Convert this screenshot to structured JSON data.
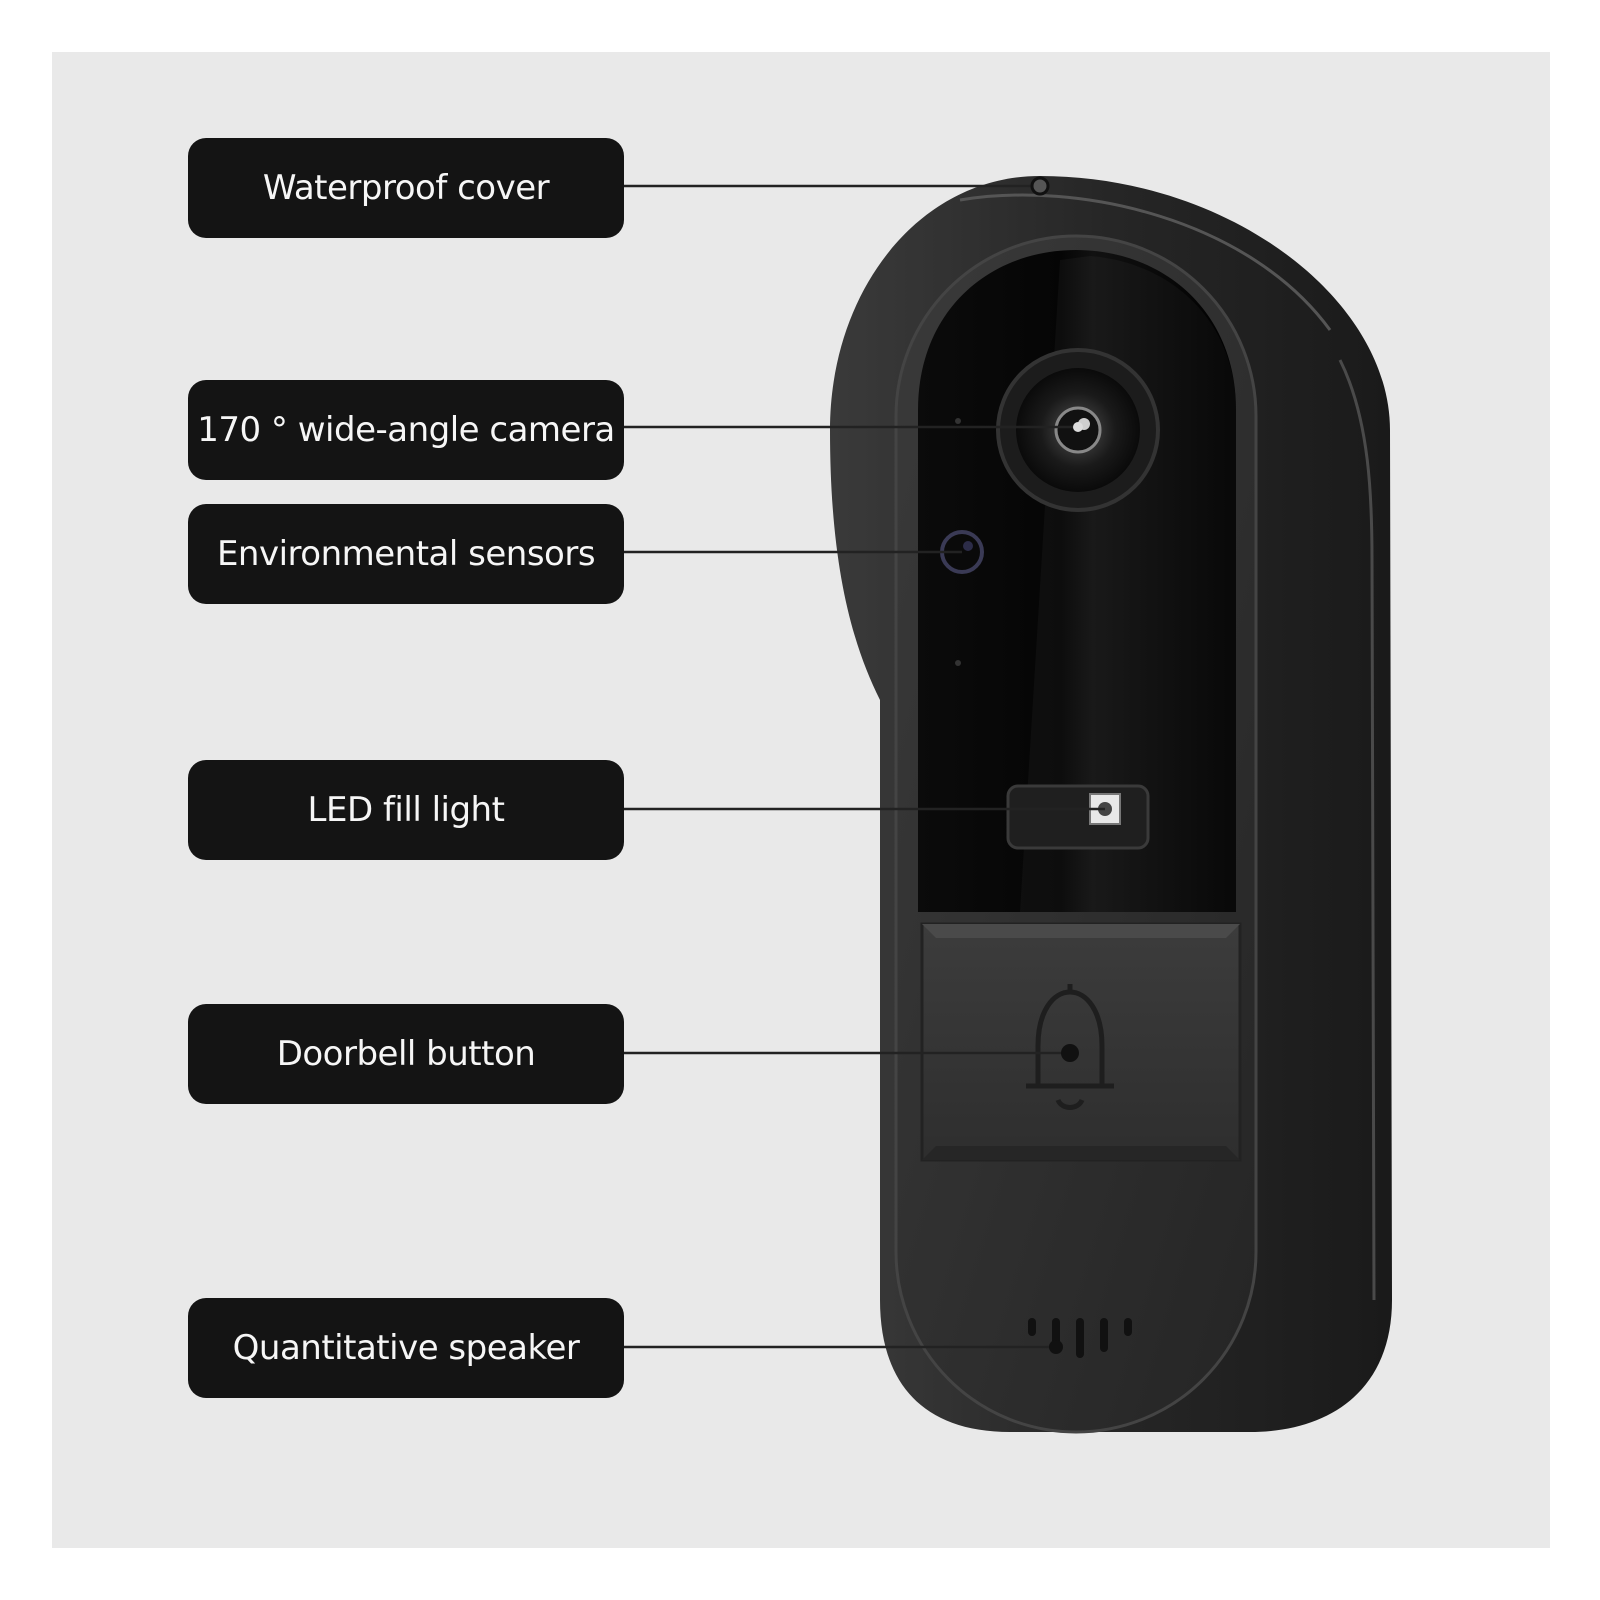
{
  "labels": [
    {
      "text": "Waterproof cover"
    },
    {
      "text": "170 ° wide-angle camera"
    },
    {
      "text": "Environmental sensors"
    },
    {
      "text": "LED fill light"
    },
    {
      "text": "Doorbell button"
    },
    {
      "text": "Quantitative speaker"
    }
  ],
  "colors": {
    "background": "#e9e9e9",
    "label_fill": "#141414",
    "label_text": "#f6f6f6",
    "device_shell": "#2b2b2b",
    "device_face": "#050505"
  },
  "icons": [
    "camera-lens-icon",
    "sensor-icon",
    "led-icon",
    "bell-icon",
    "speaker-grille-icon"
  ]
}
